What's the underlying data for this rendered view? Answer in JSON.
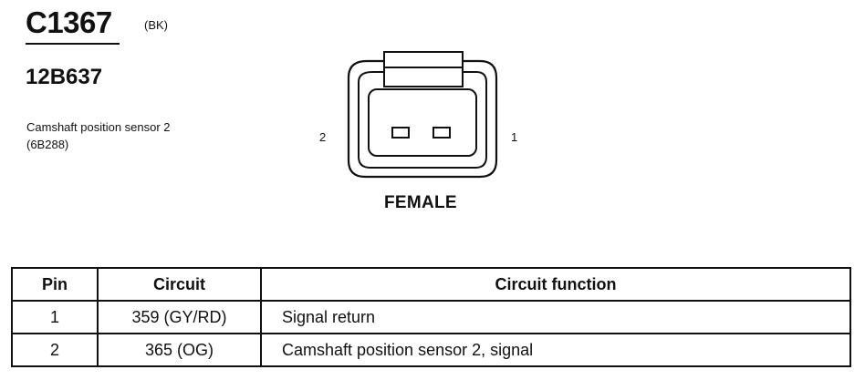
{
  "connector": {
    "id": "C1367",
    "color": "(BK)",
    "part_number": "12B637",
    "component": "Camshaft position sensor 2 (6B288)",
    "gender": "FEMALE",
    "pin_left_label": "2",
    "pin_right_label": "1"
  },
  "table": {
    "headers": {
      "pin": "Pin",
      "circuit": "Circuit",
      "function": "Circuit function"
    },
    "rows": [
      {
        "pin": "1",
        "circuit": "359 (GY/RD)",
        "function": "Signal return"
      },
      {
        "pin": "2",
        "circuit": "365 (OG)",
        "function": "Camshaft position sensor 2, signal"
      }
    ]
  }
}
